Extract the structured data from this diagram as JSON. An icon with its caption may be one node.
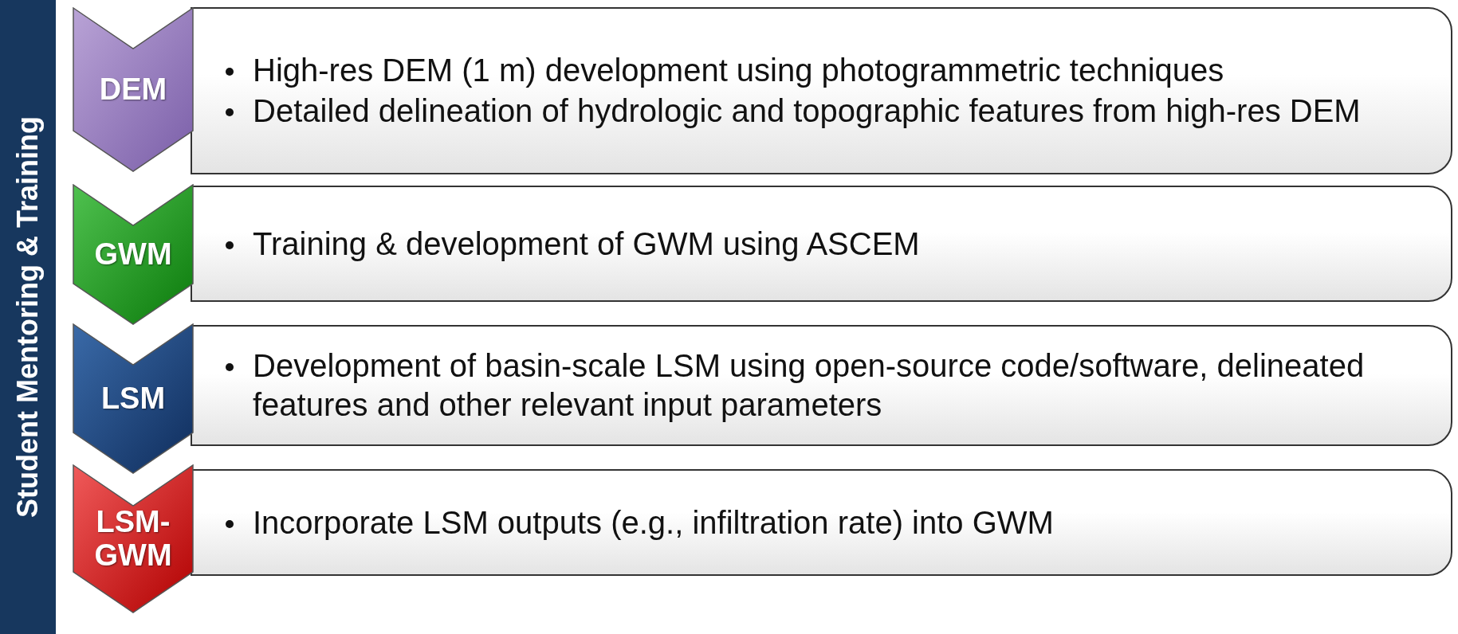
{
  "diagram": {
    "nodes": [
      {
        "text": [
          "Student Mentoring & Training"
        ]
      },
      {
        "text": [
          "DEM"
        ]
      },
      {
        "text": [
          "High-res DEM (1 m) development using photogrammetric techniques",
          "Detailed delineation of hydrologic and topographic features from high-res DEM"
        ]
      },
      {
        "text": [
          "GWM"
        ]
      },
      {
        "text": [
          "Training & development of GWM using ASCEM"
        ]
      },
      {
        "text": [
          "LSM"
        ]
      },
      {
        "text": [
          "Development of basin-scale LSM using open-source code/software, delineated features and other relevant input parameters"
        ]
      },
      {
        "text": [
          "LSM-GWM"
        ]
      },
      {
        "text": [
          "Incorporate LSM outputs (e.g., infiltration rate) into GWM"
        ]
      }
    ],
    "edges": []
  }
}
